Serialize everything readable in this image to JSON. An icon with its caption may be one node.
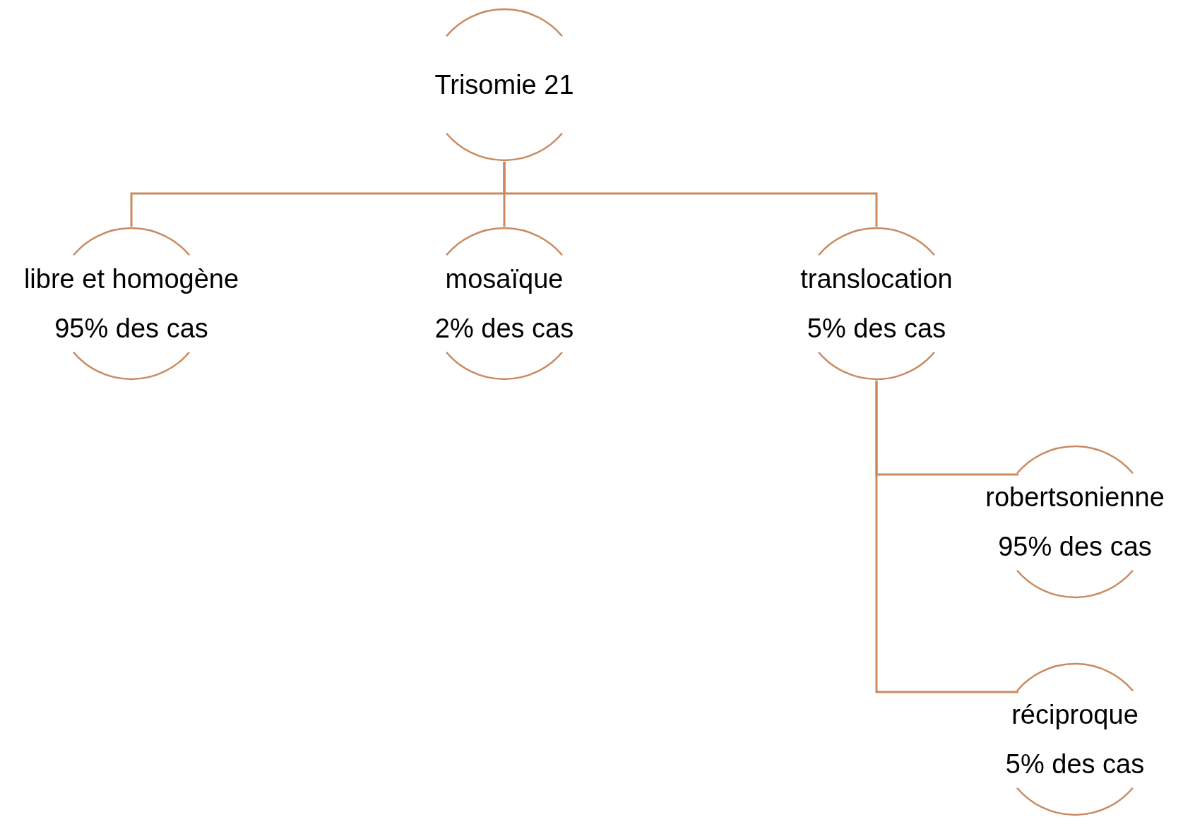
{
  "diagram": {
    "nodes": [
      {
        "text": [
          "Trisomie 21"
        ]
      },
      {
        "text": [
          "libre et homogène",
          "95% des cas"
        ]
      },
      {
        "text": [
          "mosaïque",
          "2% des cas"
        ]
      },
      {
        "text": [
          "translocation",
          "5% des cas"
        ]
      },
      {
        "text": [
          "robertsonienne",
          "95% des cas"
        ]
      },
      {
        "text": [
          "réciproque",
          "5% des cas"
        ]
      }
    ],
    "edges": [
      {
        "from": 0,
        "to": 1,
        "arrow": "none"
      },
      {
        "from": 0,
        "to": 2,
        "arrow": "none"
      },
      {
        "from": 0,
        "to": 3,
        "arrow": "none"
      },
      {
        "from": 3,
        "to": 4,
        "arrow": "none"
      },
      {
        "from": 3,
        "to": 5,
        "arrow": "none"
      }
    ]
  }
}
